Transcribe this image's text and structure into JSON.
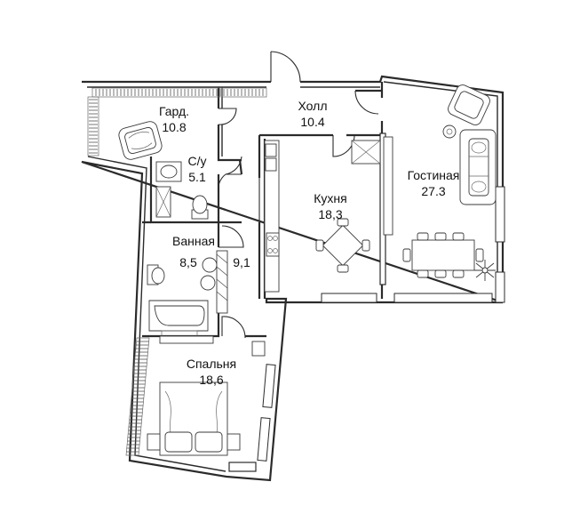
{
  "rooms": {
    "wardrobe": {
      "name": "Гард.",
      "area": "10.8"
    },
    "hall": {
      "name": "Холл",
      "area": "10.4"
    },
    "wc": {
      "name": "С/у",
      "area": "5.1"
    },
    "living": {
      "name": "Гостиная",
      "area": "27.3"
    },
    "kitchen": {
      "name": "Кухня",
      "area": "18,3"
    },
    "bathroom": {
      "name": "Ванная",
      "area": "8,5"
    },
    "corridor": {
      "area": "9,1"
    },
    "bedroom": {
      "name": "Спальня",
      "area": "18,6"
    }
  }
}
